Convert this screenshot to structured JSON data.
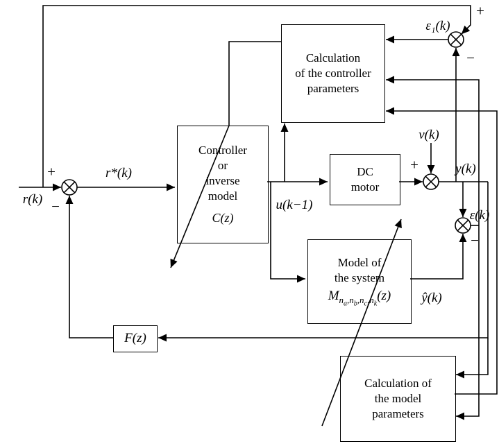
{
  "diagram": {
    "boxes": {
      "calc_controller": {
        "lines": [
          "Calculation",
          "of the controller",
          "parameters"
        ]
      },
      "controller": {
        "lines": [
          "Controller",
          "or",
          "inverse",
          "model"
        ],
        "formula": "C(z)"
      },
      "dc_motor": {
        "lines": [
          "DC",
          "motor"
        ]
      },
      "model": {
        "lines": [
          "Model of",
          "the system"
        ],
        "formula": {
          "lead": "M",
          "subs": [
            {
              "b": "n",
              "s": "a"
            },
            {
              "b": "n",
              "s": "b"
            },
            {
              "b": "n",
              "s": "c"
            },
            {
              "b": "n",
              "s": "k"
            }
          ],
          "sep": ",",
          "tail": "(z)"
        }
      },
      "filter": {
        "formula": "F(z)"
      },
      "calc_model": {
        "lines": [
          "Calculation of",
          "the model",
          "parameters"
        ]
      }
    },
    "signals": {
      "r": "r(k)",
      "r_star": "r*(k)",
      "u": "u(k−1)",
      "v": "v(k)",
      "y": "y(k)",
      "eps1": "ε₁(k)",
      "eps": "ε(k)",
      "y_hat": "ŷ(k)"
    },
    "signs": {
      "plus": "+",
      "minus": "−"
    }
  }
}
